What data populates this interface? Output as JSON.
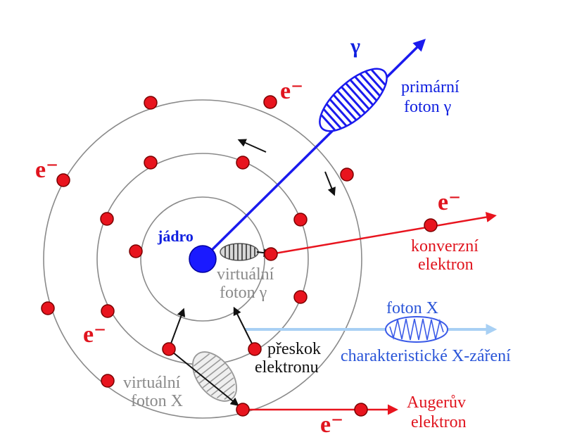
{
  "labels": {
    "gamma_symbol": "γ",
    "primary_photon_line1": "primární",
    "primary_photon_line2": "foton γ",
    "nucleus": "jádro",
    "virtual_gamma_line1": "virtuální",
    "virtual_gamma_line2": "foton γ",
    "conversion_electron_line1": "konverzní",
    "conversion_electron_line2": "elektron",
    "photon_x": "foton X",
    "characteristic_xray": "charakteristické X-záření",
    "electron_jump_line1": "přeskok",
    "electron_jump_line2": "elektronu",
    "virtual_x_line1": "virtuální",
    "virtual_x_line2": "foton X",
    "auger_line1": "Augerův",
    "auger_line2": "elektron",
    "electron_symbol": "e⁻"
  },
  "colors": {
    "electron": "#e8141e",
    "electron_outline": "#7a0000",
    "nucleus": "#1a1aff",
    "gamma": "#1a1aee",
    "conversion": "#e8141e",
    "xray": "#a8d0f4",
    "xray_photon": "#3a5ae8",
    "orbit": "#8a8a8a",
    "virtual": "#606060"
  }
}
